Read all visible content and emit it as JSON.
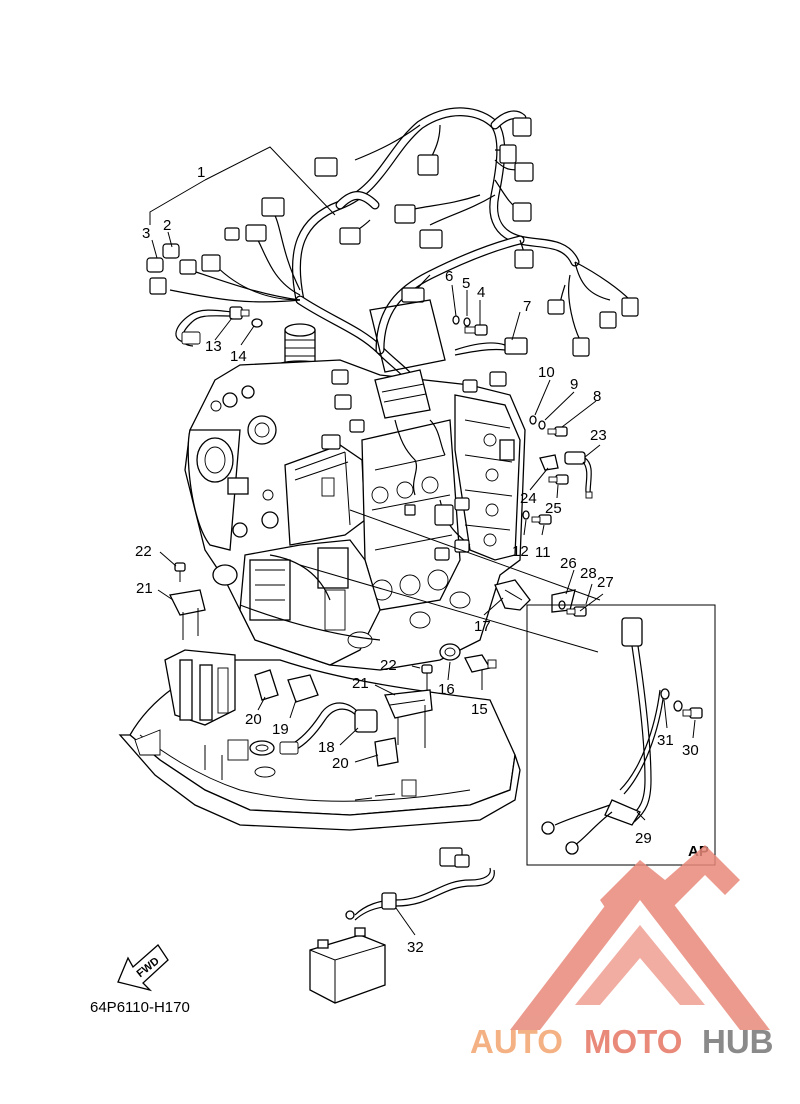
{
  "diagram": {
    "part_code": "64P6110-H170",
    "fwd_label": "FWD",
    "ap_label": "AP",
    "callouts": [
      "1",
      "2",
      "3",
      "4",
      "5",
      "6",
      "7",
      "8",
      "9",
      "10",
      "11",
      "12",
      "13",
      "14",
      "15",
      "16",
      "17",
      "18",
      "19",
      "20",
      "20",
      "21",
      "21",
      "22",
      "22",
      "23",
      "24",
      "25",
      "26",
      "27",
      "28",
      "29",
      "30",
      "31",
      "32"
    ]
  },
  "watermark": {
    "word_1": "AUTO",
    "word_2": "MOTO",
    "word_3": "HUB",
    "color_light": "#f4b183",
    "color_red": "#e8897a",
    "color_gray": "#8a8a8a"
  }
}
